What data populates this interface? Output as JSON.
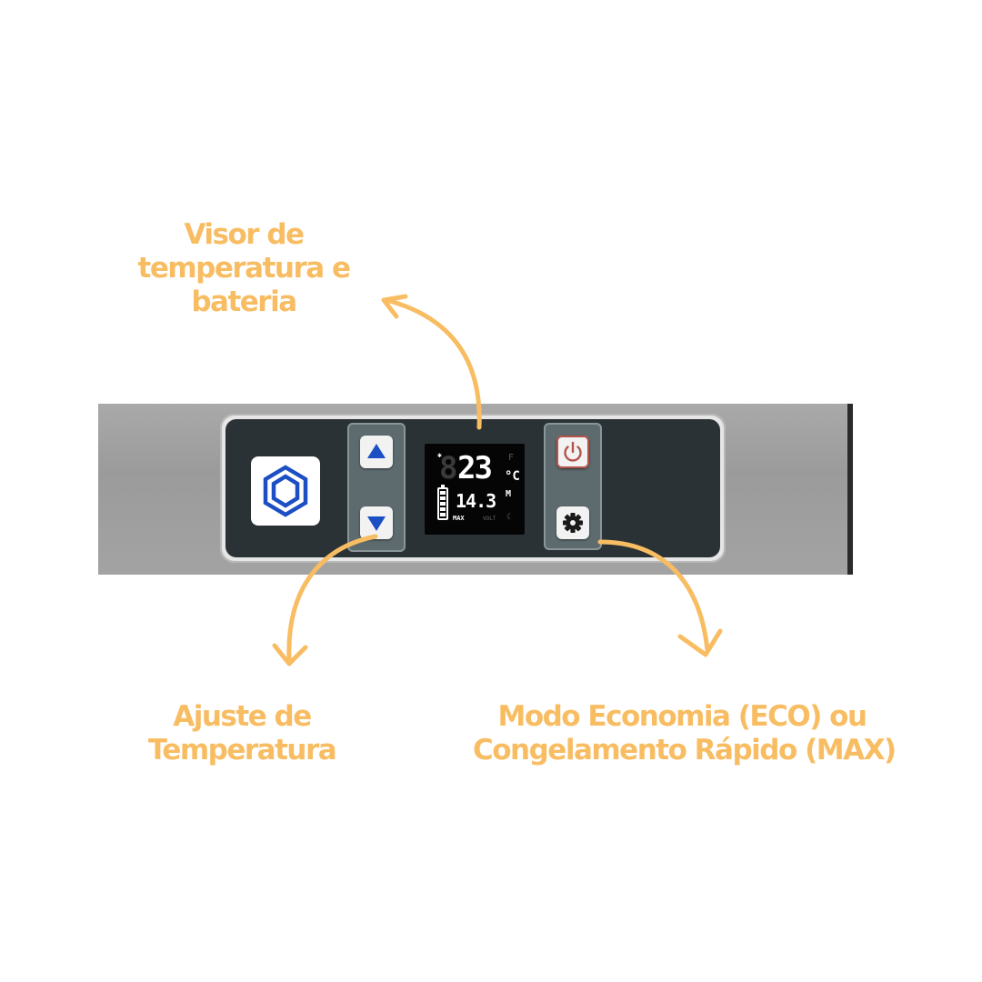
{
  "annotations": {
    "display": [
      "Visor de",
      "temperatura e",
      "bateria"
    ],
    "adjust": [
      "Ajuste de",
      "Temperatura"
    ],
    "mode": [
      "Modo Economia (ECO) ou",
      "Congelamento Rápido (MAX)"
    ]
  },
  "display": {
    "ghost_digit": "8",
    "temperature": "23",
    "unit_c": "°C",
    "unit_f": "F",
    "voltage": "14.3",
    "mode_letter": "M",
    "max_label": "MAX",
    "volt_label": "VOLT",
    "moon_glyph": "☾",
    "star_glyph": "✱"
  },
  "colors": {
    "annotation": "#f8bd62",
    "panel": "#2b3236",
    "key_glyph": "#1d4fc4",
    "power_glyph": "#b5524a"
  },
  "icons": {
    "logo": "hexagon-logo-icon",
    "up": "triangle-up-icon",
    "down": "triangle-down-icon",
    "power": "power-icon",
    "settings": "gear-icon"
  }
}
